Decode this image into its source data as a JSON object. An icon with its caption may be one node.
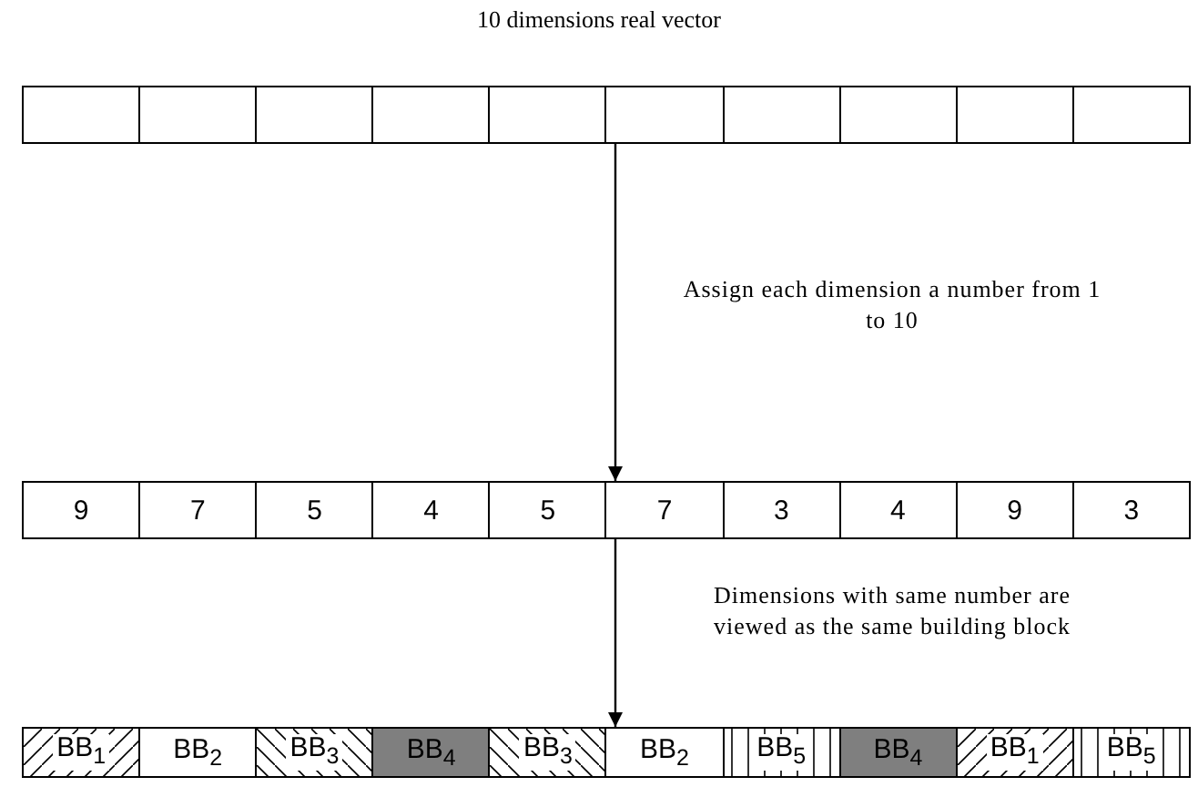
{
  "diagram": {
    "title": "10 dimensions real vector",
    "nodes": [
      {
        "text": [],
        "shape": "box"
      },
      {
        "text": [],
        "shape": "box",
        "in": 0
      },
      {
        "text": [],
        "shape": "box",
        "in": 0
      },
      {
        "text": [],
        "shape": "box",
        "in": 0
      },
      {
        "text": [],
        "shape": "box",
        "in": 0
      },
      {
        "text": [],
        "shape": "box",
        "in": 0
      },
      {
        "text": [],
        "shape": "box",
        "in": 0
      },
      {
        "text": [],
        "shape": "box",
        "in": 0
      },
      {
        "text": [],
        "shape": "box",
        "in": 0
      },
      {
        "text": [],
        "shape": "box",
        "in": 0
      },
      {
        "text": [],
        "shape": "box",
        "in": 0
      },
      {
        "text": [],
        "shape": "box"
      },
      {
        "text": [
          "9"
        ],
        "in": 11
      },
      {
        "text": [
          "7"
        ],
        "in": 11
      },
      {
        "text": [
          "5"
        ],
        "in": 11
      },
      {
        "text": [
          "4"
        ],
        "in": 11
      },
      {
        "text": [
          "5"
        ],
        "in": 11
      },
      {
        "text": [
          "7"
        ],
        "in": 11
      },
      {
        "text": [
          "3"
        ],
        "in": 11
      },
      {
        "text": [
          "4"
        ],
        "in": 11
      },
      {
        "text": [
          "9"
        ],
        "in": 11
      },
      {
        "text": [
          "3"
        ],
        "in": 11
      },
      {
        "text": [],
        "shape": "box"
      },
      {
        "text": [
          "BB$_{1}$"
        ],
        "in": 22
      },
      {
        "text": [
          "BB$_{2}$"
        ],
        "in": 22
      },
      {
        "text": [
          "BB$_{3}$"
        ],
        "in": 22
      },
      {
        "text": [
          "BB$_{4}$"
        ],
        "in": 22
      },
      {
        "text": [
          "BB$_{3}$"
        ],
        "in": 22
      },
      {
        "text": [
          "BB$_{2}$"
        ],
        "in": 22
      },
      {
        "text": [
          "BB$_{5}$"
        ],
        "in": 22
      },
      {
        "text": [
          "BB$_{4}$"
        ],
        "in": 22
      },
      {
        "text": [
          "BB$_{1}$"
        ],
        "in": 22
      },
      {
        "text": [
          "BB$_{5}$"
        ],
        "in": 22
      }
    ],
    "edges": [
      {
        "from": 0,
        "to": 11,
        "arrow": "to",
        "label": "Assign each dimension a number from 1 to 10"
      },
      {
        "from": 11,
        "to": 22,
        "arrow": "to",
        "label": "Dimensions with same number are viewed as the same building block"
      }
    ]
  }
}
